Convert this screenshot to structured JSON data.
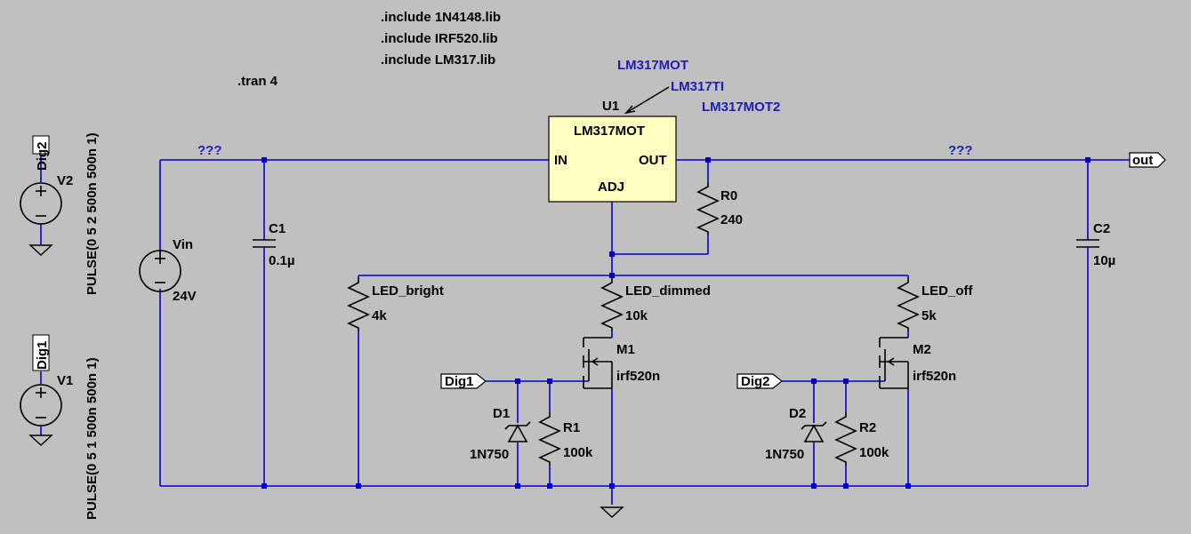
{
  "directives": {
    "include1": ".include 1N4148.lib",
    "include2": ".include IRF520.lib",
    "include3": ".include LM317.lib",
    "tran": ".tran 4"
  },
  "regulator": {
    "ref": "U1",
    "model": "LM317MOT",
    "pin_in": "IN",
    "pin_out": "OUT",
    "pin_adj": "ADJ",
    "alt_models": [
      "LM317MOT",
      "LM317TI",
      "LM317MOT2"
    ]
  },
  "nets": {
    "in_net": "???",
    "out_net": "???",
    "out_port": "out",
    "dig1": "Dig1",
    "dig2": "Dig2"
  },
  "sources": {
    "vin": {
      "ref": "Vin",
      "value": "24V"
    },
    "v1": {
      "ref": "V1",
      "value": "PULSE(0 5 1 500n 500n 1)"
    },
    "v2": {
      "ref": "V2",
      "value": "PULSE(0 5 2 500n 500n 1)"
    }
  },
  "capacitors": {
    "c1": {
      "ref": "C1",
      "value": "0.1µ"
    },
    "c2": {
      "ref": "C2",
      "value": "10µ"
    }
  },
  "resistors": {
    "r0": {
      "ref": "R0",
      "value": "240"
    },
    "led_bright": {
      "ref": "LED_bright",
      "value": "4k"
    },
    "led_dimmed": {
      "ref": "LED_dimmed",
      "value": "10k"
    },
    "led_off": {
      "ref": "LED_off",
      "value": "5k"
    },
    "r1": {
      "ref": "R1",
      "value": "100k"
    },
    "r2": {
      "ref": "R2",
      "value": "100k"
    }
  },
  "transistors": {
    "m1": {
      "ref": "M1",
      "value": "irf520n"
    },
    "m2": {
      "ref": "M2",
      "value": "irf520n"
    }
  },
  "diodes": {
    "d1": {
      "ref": "D1",
      "value": "1N750"
    },
    "d2": {
      "ref": "D2",
      "value": "1N750"
    }
  },
  "colors": {
    "background": "#c0c0c0",
    "wire": "#0000c8",
    "component": "#000000",
    "ic_fill": "#ffffbf",
    "model_text": "#1e1eb4"
  }
}
